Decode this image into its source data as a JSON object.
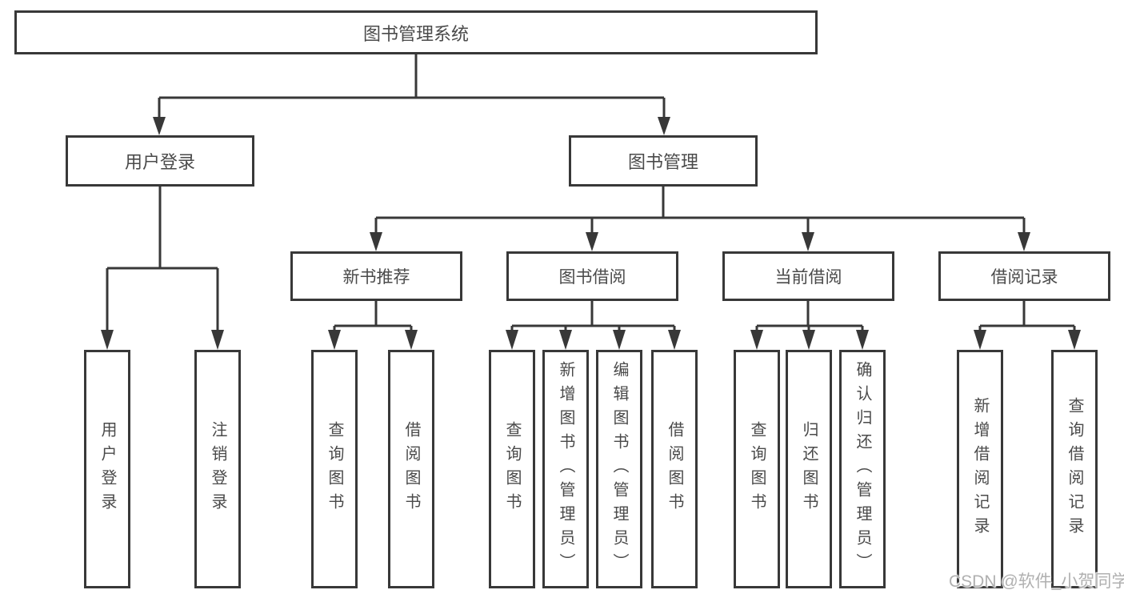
{
  "diagram": {
    "line_color": "#383838",
    "text_color": "#4a4a4a",
    "tree": {
      "root": {
        "label": "图书管理系统"
      },
      "branches": [
        {
          "label": "用户登录",
          "leaves": [
            {
              "label": "用户登录"
            },
            {
              "label": "注销登录"
            }
          ]
        },
        {
          "label": "图书管理",
          "sections": [
            {
              "label": "新书推荐",
              "leaves": [
                {
                  "label": "查询图书"
                },
                {
                  "label": "借阅图书"
                }
              ]
            },
            {
              "label": "图书借阅",
              "leaves": [
                {
                  "label": "查询图书"
                },
                {
                  "label": "新增图书（管理员）"
                },
                {
                  "label": "编辑图书（管理员）"
                },
                {
                  "label": "借阅图书"
                }
              ]
            },
            {
              "label": "当前借阅",
              "leaves": [
                {
                  "label": "查询图书"
                },
                {
                  "label": "归还图书"
                },
                {
                  "label": "确认归还（管理员）"
                }
              ]
            },
            {
              "label": "借阅记录",
              "leaves": [
                {
                  "label": "新增借阅记录"
                },
                {
                  "label": "查询借阅记录"
                }
              ]
            }
          ]
        }
      ]
    },
    "watermark": {
      "text": "CSDN @软件_小贺同学"
    }
  }
}
